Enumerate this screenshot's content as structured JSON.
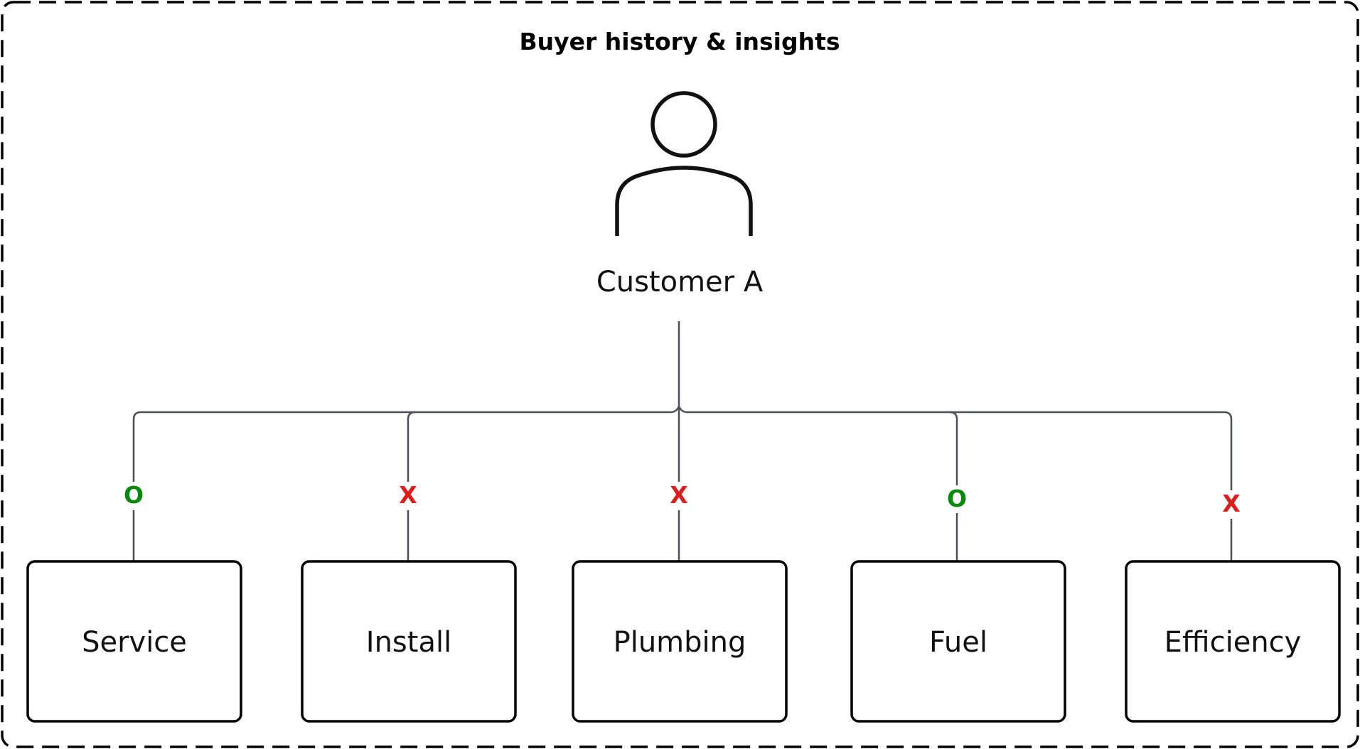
{
  "title": "Buyer history & insights",
  "customer": {
    "label": "Customer A",
    "icon": "person-icon"
  },
  "categories": [
    {
      "id": "service",
      "label": "Service",
      "status": "O"
    },
    {
      "id": "install",
      "label": "Install",
      "status": "X"
    },
    {
      "id": "plumbing",
      "label": "Plumbing",
      "status": "X"
    },
    {
      "id": "fuel",
      "label": "Fuel",
      "status": "O"
    },
    {
      "id": "efficiency",
      "label": "Efficiency",
      "status": "X"
    }
  ],
  "colors": {
    "positive": "#0a8a0a",
    "negative": "#e01b1b",
    "connector": "#4a4f5a",
    "border": "#000000"
  }
}
